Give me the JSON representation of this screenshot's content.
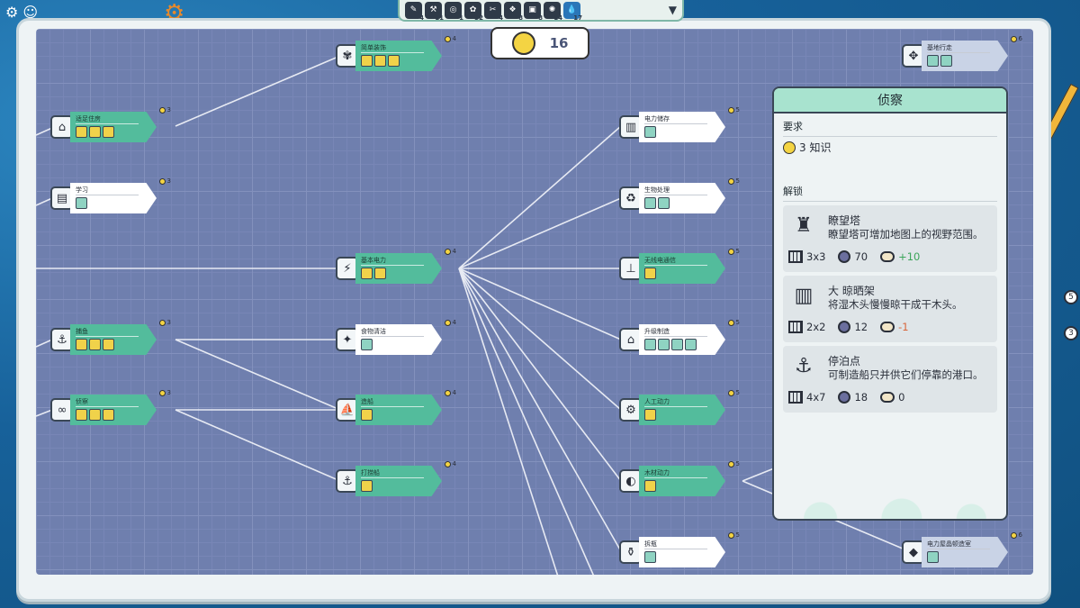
{
  "topbar": {
    "resources": [
      {
        "icon": "feather-icon",
        "count": "4"
      },
      {
        "icon": "tools-icon",
        "count": "11"
      },
      {
        "icon": "rope-icon",
        "count": "1"
      },
      {
        "icon": "fish-icon",
        "count": "32"
      },
      {
        "icon": "wood-icon",
        "count": "4"
      },
      {
        "icon": "stone-icon",
        "count": "8"
      },
      {
        "icon": "metal-icon",
        "count": "8"
      },
      {
        "icon": "fiber-icon",
        "count": "14"
      },
      {
        "icon": "water-icon",
        "count": "17"
      }
    ]
  },
  "knowledge": {
    "value": "16"
  },
  "nodes": [
    {
      "title": "简单装饰",
      "cost": "4"
    },
    {
      "title": "适足住房",
      "cost": "3"
    },
    {
      "title": "学习",
      "cost": "3"
    },
    {
      "title": "基本电力",
      "cost": "4"
    },
    {
      "title": "捕鱼",
      "cost": "3"
    },
    {
      "title": "食物清洁",
      "cost": "4"
    },
    {
      "title": "侦察",
      "cost": "3"
    },
    {
      "title": "造船",
      "cost": "4"
    },
    {
      "title": "打捞船",
      "cost": "4"
    },
    {
      "title": "电力储存",
      "cost": "5"
    },
    {
      "title": "生物处理",
      "cost": "5"
    },
    {
      "title": "无线电通信",
      "cost": "5"
    },
    {
      "title": "升级制造",
      "cost": "5"
    },
    {
      "title": "人工动力",
      "cost": "5"
    },
    {
      "title": "木材动力",
      "cost": "5"
    },
    {
      "title": "拆瓶",
      "cost": "5"
    },
    {
      "title": "基地行走",
      "cost": "6"
    },
    {
      "title": "电力屋晶顿造室",
      "cost": "6"
    }
  ],
  "panel": {
    "title": "侦察",
    "req_label": "要求",
    "req_text": "3 知识",
    "unlock_label": "解锁",
    "buildings": [
      {
        "name": "瞭望塔",
        "desc": "瞭望塔可增加地图上的视野范围。",
        "size": "3x3",
        "workers": "70",
        "appeal": "+10"
      },
      {
        "name": "大 晾晒架",
        "desc": "将湿木头慢慢晾干成干木头。",
        "size": "2x2",
        "workers": "12",
        "appeal": "-1"
      },
      {
        "name": "停泊点",
        "desc": "可制造船只并供它们停靠的港口。",
        "size": "4x7",
        "workers": "18",
        "appeal": "0"
      }
    ]
  },
  "side": {
    "badge1": "5",
    "badge2": "3"
  },
  "colors": {
    "researched": "#53bc9c",
    "available": "#ffffff",
    "board": "#6f7fae",
    "accent": "#a8e3cf"
  }
}
